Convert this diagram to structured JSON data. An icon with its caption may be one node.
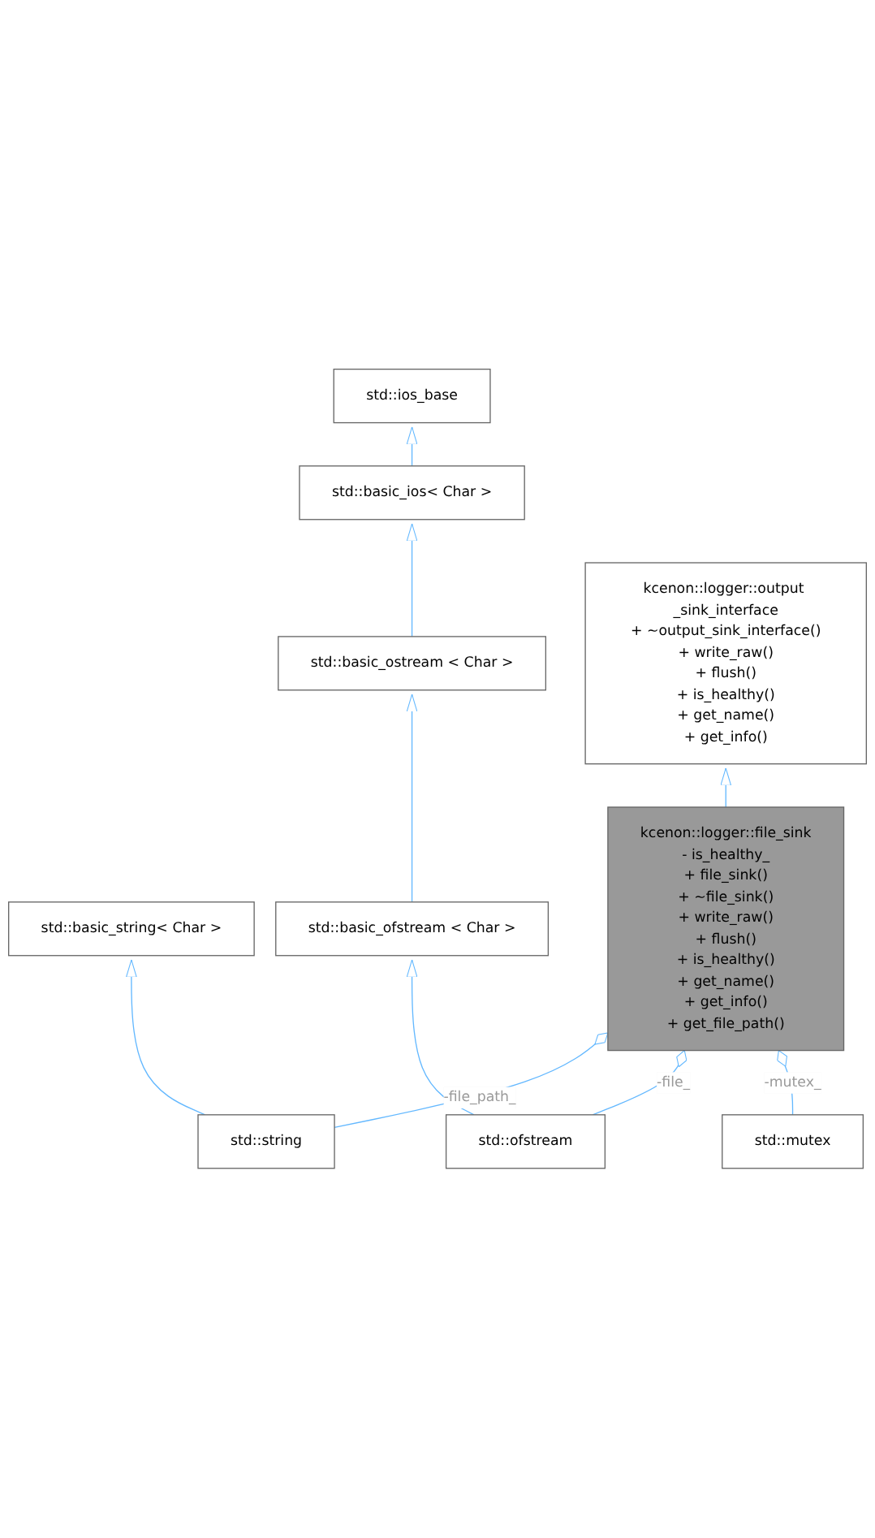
{
  "diagram": {
    "nodes": [
      {
        "text": [
          "std::ios_base"
        ]
      },
      {
        "text": [
          "std::basic_ios< Char >"
        ]
      },
      {
        "text": [
          "std::basic_ostream < Char >"
        ]
      },
      {
        "text": [
          "std::basic_string< Char >"
        ]
      },
      {
        "text": [
          "std::basic_ofstream < Char >"
        ]
      },
      {
        "text": [
          "kcenon::logger::output _sink_interface",
          "+ ~output_sink_interface()",
          "+ write_raw()",
          "+ flush()",
          "+ is_healthy()",
          "+ get_name()",
          "+ get_info()"
        ]
      },
      {
        "text": [
          "std::string"
        ]
      },
      {
        "text": [
          "std::ofstream"
        ]
      },
      {
        "text": [
          "std::mutex"
        ]
      },
      {
        "text": [
          "kcenon::logger::file_sink",
          "- is_healthy_",
          "+ file_sink()",
          "+ ~file_sink()",
          "+ write_raw()",
          "+ flush()",
          "+ is_healthy()",
          "+ get_name()",
          "+ get_info()",
          "+ get_file_path()"
        ]
      }
    ],
    "edges": [
      {
        "from": 1,
        "to": 0,
        "arrow": "to"
      },
      {
        "from": 2,
        "to": 1,
        "arrow": "to"
      },
      {
        "from": 4,
        "to": 2,
        "arrow": "to"
      },
      {
        "from": 6,
        "to": 3,
        "arrow": "to"
      },
      {
        "from": 7,
        "to": 4,
        "arrow": "to"
      },
      {
        "from": 9,
        "to": 5,
        "arrow": "to"
      },
      {
        "from": 6,
        "to": 9,
        "arrow": "other",
        "label": "-file_path_"
      },
      {
        "from": 7,
        "to": 9,
        "arrow": "other",
        "label": "-file_"
      },
      {
        "from": 8,
        "to": 9,
        "arrow": "other",
        "label": "-mutex_"
      }
    ]
  }
}
